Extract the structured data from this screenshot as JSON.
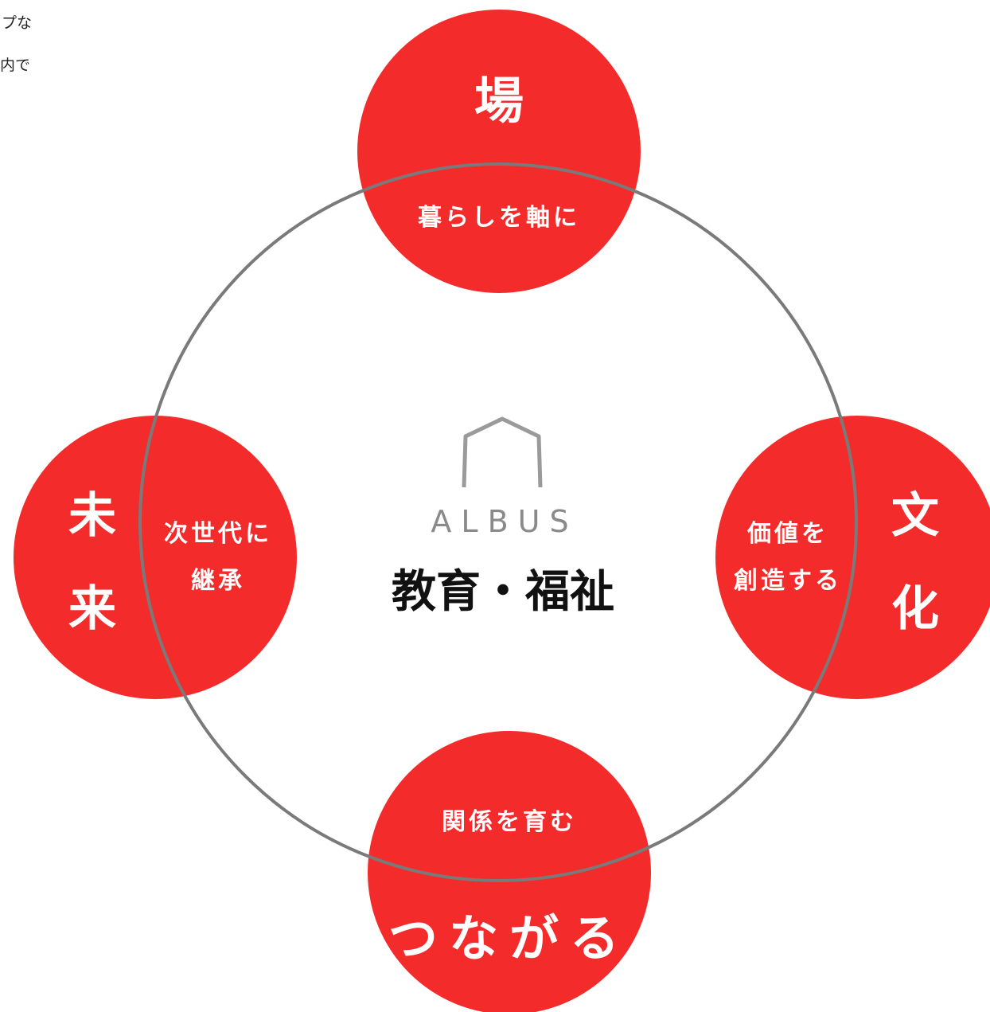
{
  "top_text": {
    "line1": "プな",
    "line2": "内で"
  },
  "colors": {
    "accent": "#f42b2b",
    "ring": "#7a7a7a",
    "logo": "#9a9a9a",
    "text_dark": "#111111"
  },
  "center": {
    "logo_icon": "house-outline-icon",
    "brand": "ALBUS",
    "title": "教育・福祉"
  },
  "nodes": {
    "top": {
      "big": "場",
      "sub": "暮らしを軸に"
    },
    "right": {
      "big1": "文",
      "big2": "化",
      "sub1": "価値を",
      "sub2": "創造する"
    },
    "bottom": {
      "big": "つながる",
      "sub": "関係を育む"
    },
    "left": {
      "big1": "未",
      "big2": "来",
      "sub1": "次世代に",
      "sub2": "継承"
    }
  }
}
